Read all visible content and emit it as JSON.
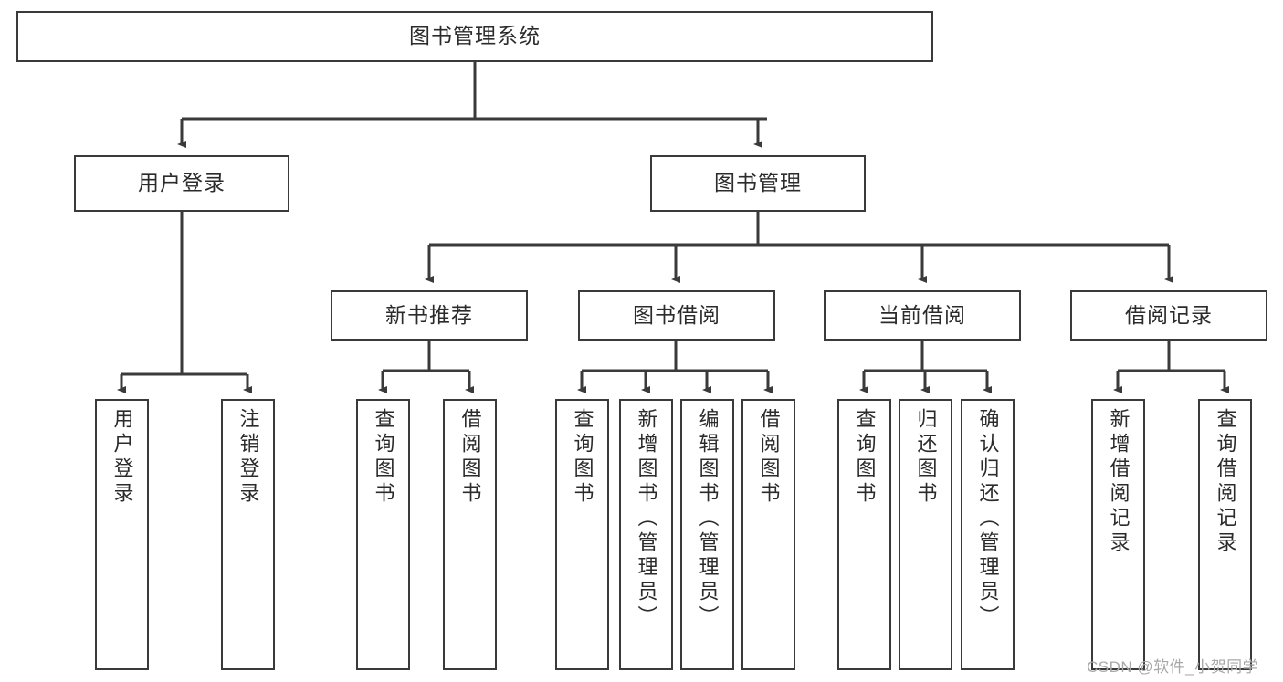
{
  "diagram": {
    "title": "图书管理系统",
    "type": "hierarchy-tree",
    "root": {
      "id": "root",
      "label": "图书管理系统",
      "orientation": "horizontal"
    },
    "level1": [
      {
        "id": "user-login",
        "label": "用户登录",
        "orientation": "horizontal"
      },
      {
        "id": "book-manage",
        "label": "图书管理",
        "orientation": "horizontal"
      }
    ],
    "level2": [
      {
        "id": "new-book-recommend",
        "label": "新书推荐",
        "orientation": "horizontal",
        "parent": "book-manage"
      },
      {
        "id": "book-borrow",
        "label": "图书借阅",
        "orientation": "horizontal",
        "parent": "book-manage"
      },
      {
        "id": "current-borrow",
        "label": "当前借阅",
        "orientation": "horizontal",
        "parent": "book-manage"
      },
      {
        "id": "borrow-record",
        "label": "借阅记录",
        "orientation": "horizontal",
        "parent": "book-manage"
      }
    ],
    "leaves": [
      {
        "id": "leaf-user-login",
        "label": "用户登录",
        "parent": "user-login",
        "orientation": "vertical"
      },
      {
        "id": "leaf-user-logout",
        "label": "注销登录",
        "parent": "user-login",
        "orientation": "vertical"
      },
      {
        "id": "leaf-query-book-1",
        "label": "查询图书",
        "parent": "new-book-recommend",
        "orientation": "vertical"
      },
      {
        "id": "leaf-borrow-book-1",
        "label": "借阅图书",
        "parent": "new-book-recommend",
        "orientation": "vertical"
      },
      {
        "id": "leaf-query-book-2",
        "label": "查询图书",
        "parent": "book-borrow",
        "orientation": "vertical"
      },
      {
        "id": "leaf-add-book",
        "label": "新增图书（管理员）",
        "parent": "book-borrow",
        "orientation": "vertical"
      },
      {
        "id": "leaf-edit-book",
        "label": "编辑图书（管理员）",
        "parent": "book-borrow",
        "orientation": "vertical"
      },
      {
        "id": "leaf-borrow-book-2",
        "label": "借阅图书",
        "parent": "book-borrow",
        "orientation": "vertical"
      },
      {
        "id": "leaf-query-book-3",
        "label": "查询图书",
        "parent": "current-borrow",
        "orientation": "vertical"
      },
      {
        "id": "leaf-return-book",
        "label": "归还图书",
        "parent": "current-borrow",
        "orientation": "vertical"
      },
      {
        "id": "leaf-confirm-return",
        "label": "确认归还（管理员）",
        "parent": "current-borrow",
        "orientation": "vertical"
      },
      {
        "id": "leaf-add-record",
        "label": "新增借阅记录",
        "parent": "borrow-record",
        "orientation": "vertical"
      },
      {
        "id": "leaf-query-record",
        "label": "查询借阅记录",
        "parent": "borrow-record",
        "orientation": "vertical"
      }
    ],
    "colors": {
      "stroke": "#3a3a3a",
      "fill": "#ffffff",
      "text": "#2b2b2b",
      "watermark": "#a8a8a8"
    }
  },
  "watermark": {
    "text": "CSDN @软件_小贺同学"
  }
}
